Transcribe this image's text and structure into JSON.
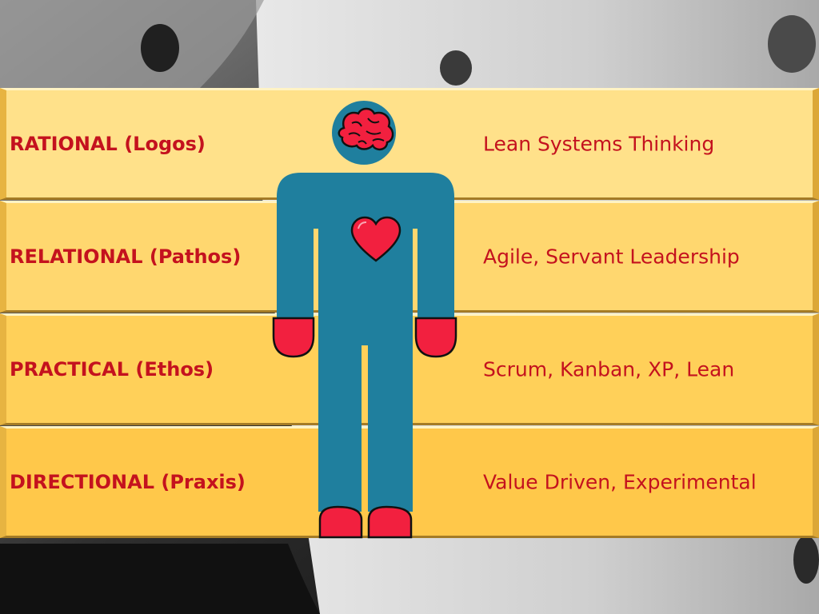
{
  "rows": [
    {
      "label": "RATIONAL (Logos)",
      "description": "Lean Systems Thinking"
    },
    {
      "label": "RELATIONAL (Pathos)",
      "description": "Agile, Servant Leadership"
    },
    {
      "label": "PRACTICAL (Ethos)",
      "description": "Scrum, Kanban, XP, Lean"
    },
    {
      "label": "DIRECTIONAL (Praxis)",
      "description": "Value Driven, Experimental"
    }
  ],
  "figure": {
    "head_icon": "brain-icon",
    "chest_icon": "heart-icon",
    "body_color": "#1f7f9e",
    "accent_color": "#f2203f"
  },
  "colors": {
    "text": "#c4121e",
    "band_top": "#ffe18a",
    "band_bottom": "#ffc84a"
  }
}
